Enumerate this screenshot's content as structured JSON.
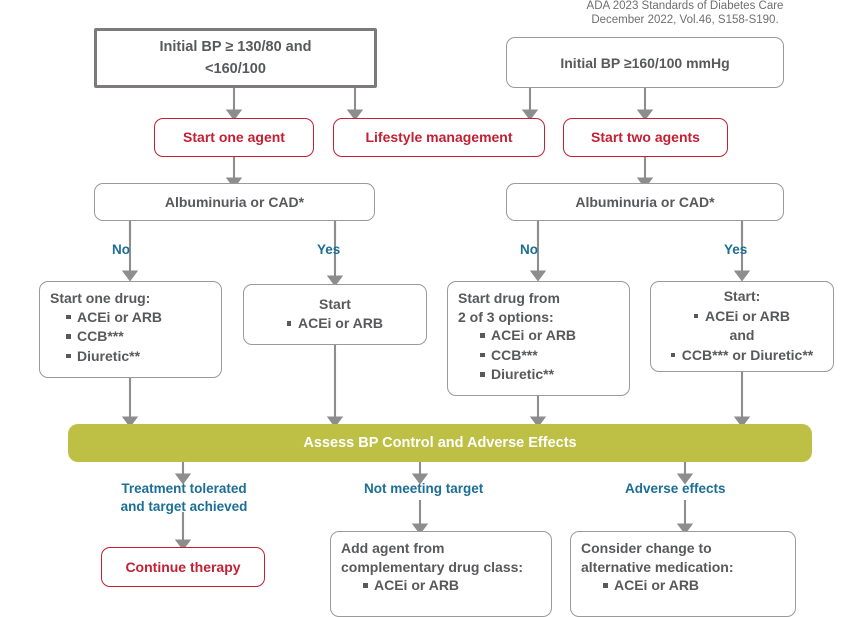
{
  "citation": {
    "line1": "ADA 2023 Standards of Diabetes Care",
    "line2": "December 2022, Vol.46, S158-S190."
  },
  "colors": {
    "red": "#c32034",
    "gray_text": "#58595b",
    "gray_border": "#9a9a9a",
    "gray_border_thick": "#7c7a7b",
    "olive": "#bdc044",
    "teal_label": "#1c6e96",
    "connector": "#8d8d8d"
  },
  "nodes": {
    "initial_bp_low": {
      "line1": "Initial BP ≥ 130/80 and",
      "line2": "<160/100"
    },
    "initial_bp_high": {
      "label": "Initial BP ≥160/100 mmHg"
    },
    "start_one_agent": {
      "label": "Start one agent"
    },
    "lifestyle_management": {
      "label": "Lifestyle management"
    },
    "start_two_agents": {
      "label": "Start two agents"
    },
    "albuminuria_left": {
      "label": "Albuminuria or CAD*"
    },
    "albuminuria_right": {
      "label": "Albuminuria or CAD*"
    },
    "start_one_drug": {
      "header": "Start one drug:",
      "items": [
        "ACEi or ARB",
        "CCB***",
        "Diuretic**"
      ]
    },
    "start_acei_arb": {
      "header": "Start",
      "items": [
        "ACEi or ARB"
      ]
    },
    "start_drug_2of3": {
      "header_line1": "Start drug from",
      "header_line2": "2 of 3 options:",
      "items": [
        "ACEi or ARB",
        "CCB***",
        "Diuretic**"
      ]
    },
    "start_combo": {
      "header": "Start:",
      "item1": "ACEi or ARB",
      "conjunction": "and",
      "item2": "CCB*** or Diuretic**"
    },
    "assess_banner": {
      "label": "Assess BP Control and Adverse Effects"
    },
    "continue_therapy": {
      "label": "Continue therapy"
    },
    "add_agent": {
      "line1": "Add agent from",
      "line2": "complementary drug class:",
      "line3": "ACEi or ARB"
    },
    "consider_change": {
      "line1": "Consider change to",
      "line2": "alternative medication:",
      "line3": "ACEi or ARB"
    }
  },
  "edge_labels": {
    "left_no": "No",
    "left_yes": "Yes",
    "right_no": "No",
    "right_yes": "Yes",
    "treatment_tolerated_l1": "Treatment tolerated",
    "treatment_tolerated_l2": "and target achieved",
    "not_meeting_target": "Not meeting target",
    "adverse_effects": "Adverse effects"
  }
}
